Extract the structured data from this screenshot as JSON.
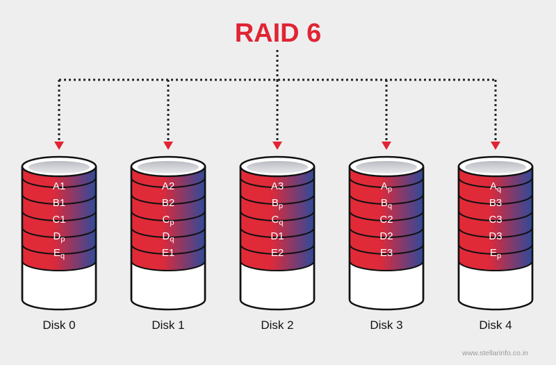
{
  "title": "RAID 6",
  "watermark": "www.stellarinfo.co.in",
  "colors": {
    "title": "#e02433",
    "background": "#eeeeef",
    "block_red": "#e22a36",
    "block_blue": "#2f4a9a",
    "arrow": "#e02433",
    "connector": "#222222",
    "disk_outline": "#111111"
  },
  "disks": [
    {
      "label": "Disk 0",
      "blocks": [
        {
          "base": "A",
          "sub": "1",
          "parity": false
        },
        {
          "base": "B",
          "sub": "1",
          "parity": false
        },
        {
          "base": "C",
          "sub": "1",
          "parity": false
        },
        {
          "base": "D",
          "sub": "p",
          "parity": true
        },
        {
          "base": "E",
          "sub": "q",
          "parity": true
        }
      ]
    },
    {
      "label": "Disk 1",
      "blocks": [
        {
          "base": "A",
          "sub": "2",
          "parity": false
        },
        {
          "base": "B",
          "sub": "2",
          "parity": false
        },
        {
          "base": "C",
          "sub": "p",
          "parity": true
        },
        {
          "base": "D",
          "sub": "q",
          "parity": true
        },
        {
          "base": "E",
          "sub": "1",
          "parity": false
        }
      ]
    },
    {
      "label": "Disk 2",
      "blocks": [
        {
          "base": "A",
          "sub": "3",
          "parity": false
        },
        {
          "base": "B",
          "sub": "p",
          "parity": true
        },
        {
          "base": "C",
          "sub": "q",
          "parity": true
        },
        {
          "base": "D",
          "sub": "1",
          "parity": false
        },
        {
          "base": "E",
          "sub": "2",
          "parity": false
        }
      ]
    },
    {
      "label": "Disk 3",
      "blocks": [
        {
          "base": "A",
          "sub": "p",
          "parity": true
        },
        {
          "base": "B",
          "sub": "q",
          "parity": true
        },
        {
          "base": "C",
          "sub": "2",
          "parity": false
        },
        {
          "base": "D",
          "sub": "2",
          "parity": false
        },
        {
          "base": "E",
          "sub": "3",
          "parity": false
        }
      ]
    },
    {
      "label": "Disk 4",
      "blocks": [
        {
          "base": "A",
          "sub": "q",
          "parity": true
        },
        {
          "base": "B",
          "sub": "3",
          "parity": false
        },
        {
          "base": "C",
          "sub": "3",
          "parity": false
        },
        {
          "base": "D",
          "sub": "3",
          "parity": false
        },
        {
          "base": "E",
          "sub": "p",
          "parity": true
        }
      ]
    }
  ]
}
